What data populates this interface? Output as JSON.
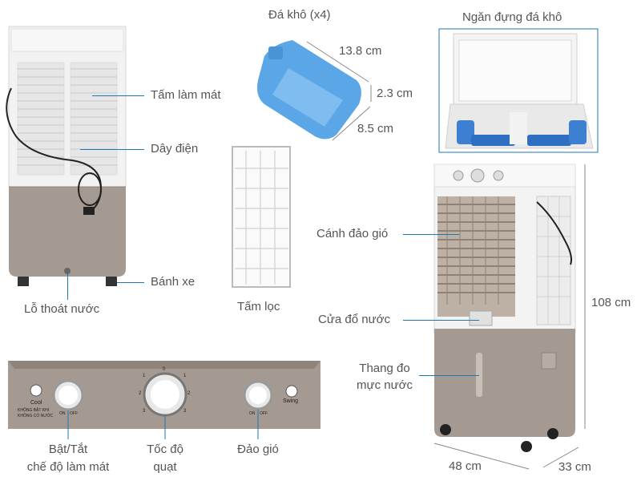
{
  "labels": {
    "cooling_pad": "Tấm làm mát",
    "power_cord": "Dây điện",
    "wheels": "Bánh xe",
    "drain_hole": "Lỗ thoát nước",
    "dry_ice": "Đá khô (x4)",
    "dim_138": "13.8 cm",
    "dim_23": "2.3 cm",
    "dim_85": "8.5 cm",
    "filter": "Tấm lọc",
    "ice_compartment": "Ngăn đựng đá khô",
    "louvers": "Cánh đảo gió",
    "water_door": "Cửa đổ nước",
    "water_gauge_1": "Thang đo",
    "water_gauge_2": "mực nước",
    "height": "108 cm",
    "width": "48 cm",
    "depth": "33 cm",
    "cool_toggle_1": "Bật/Tắt",
    "cool_toggle_2": "chế độ làm mát",
    "fan_speed_1": "Tốc độ",
    "fan_speed_2": "quạt",
    "swing": "Đảo gió"
  },
  "panel": {
    "cool_label": "Cool",
    "warning_1": "KHÔNG BẬT KHI",
    "warning_2": "KHÔNG CÓ NƯỚC",
    "on": "ON",
    "off": "OFF",
    "swing_label": "Swing",
    "dial_0": "0",
    "dial_1": "1",
    "dial_2": "2",
    "dial_3": "3"
  },
  "colors": {
    "body_white": "#f3f3f3",
    "body_taupe": "#a59a91",
    "accent_line": "#1f77b4",
    "ice_blue": "#5aa6e6"
  }
}
